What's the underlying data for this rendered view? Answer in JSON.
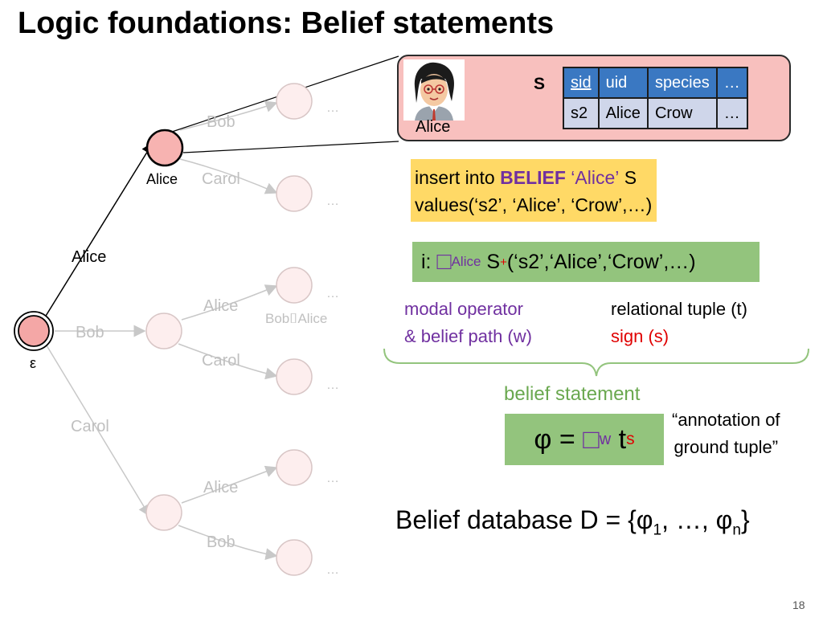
{
  "title": "Logic foundations: Belief statements",
  "tree": {
    "root_label": "ε",
    "edge_labels": {
      "root_alice": "Alice",
      "root_bob": "Bob",
      "root_carol": "Carol",
      "alice_bob": "Bob",
      "alice_carol": "Carol",
      "bob_alice": "Alice",
      "bob_carol": "Carol",
      "carol_alice": "Alice",
      "carol_bob": "Bob"
    },
    "node_labels": {
      "alice": "Alice",
      "bob_alice": "Bob⌷Alice"
    },
    "ellipsis": "…"
  },
  "tuple_box": {
    "avatar_caption": "Alice",
    "relation_name": "S",
    "table": {
      "headers": [
        "sid",
        "uid",
        "species",
        "…"
      ],
      "row": [
        "s2",
        "Alice",
        "Crow",
        "…"
      ]
    }
  },
  "sql": {
    "w1": "insert",
    "w2": "into",
    "kw": "BELIEF",
    "user": "‘Alice’",
    "rel": "S",
    "values_kw": "values",
    "values": "(‘s2’, ‘Alice’, ‘Crow’,…)"
  },
  "statement": {
    "prefix": "i:",
    "box": "□",
    "sub": "Alice",
    "rel": "S",
    "sign": "+",
    "args": "(‘s2’,‘Alice’,‘Crow’,…)"
  },
  "annotations": {
    "modal_line1": "modal operator",
    "modal_line2": "& belief path (w)",
    "tuple_line1": "relational tuple (t)",
    "tuple_line2": "sign (s)",
    "belief_statement": "belief statement",
    "annotation_line1": "“annotation of",
    "annotation_line2": "ground tuple”"
  },
  "phi": {
    "phi": "φ",
    "eq": "=",
    "box": "□",
    "w": "w",
    "t": "t",
    "s": "s"
  },
  "database": {
    "text": "Belief database D = {φ",
    "sub1": "1",
    "mid": ", …, φ",
    "subn": "n",
    "end": "}"
  },
  "page_number": "18",
  "colors": {
    "purple": "#7030a0",
    "red": "#e00000",
    "green_box": "#93c47d",
    "yellow_box": "#ffd966",
    "pink_box": "#f8c0be",
    "table_header": "#3a78c2"
  }
}
